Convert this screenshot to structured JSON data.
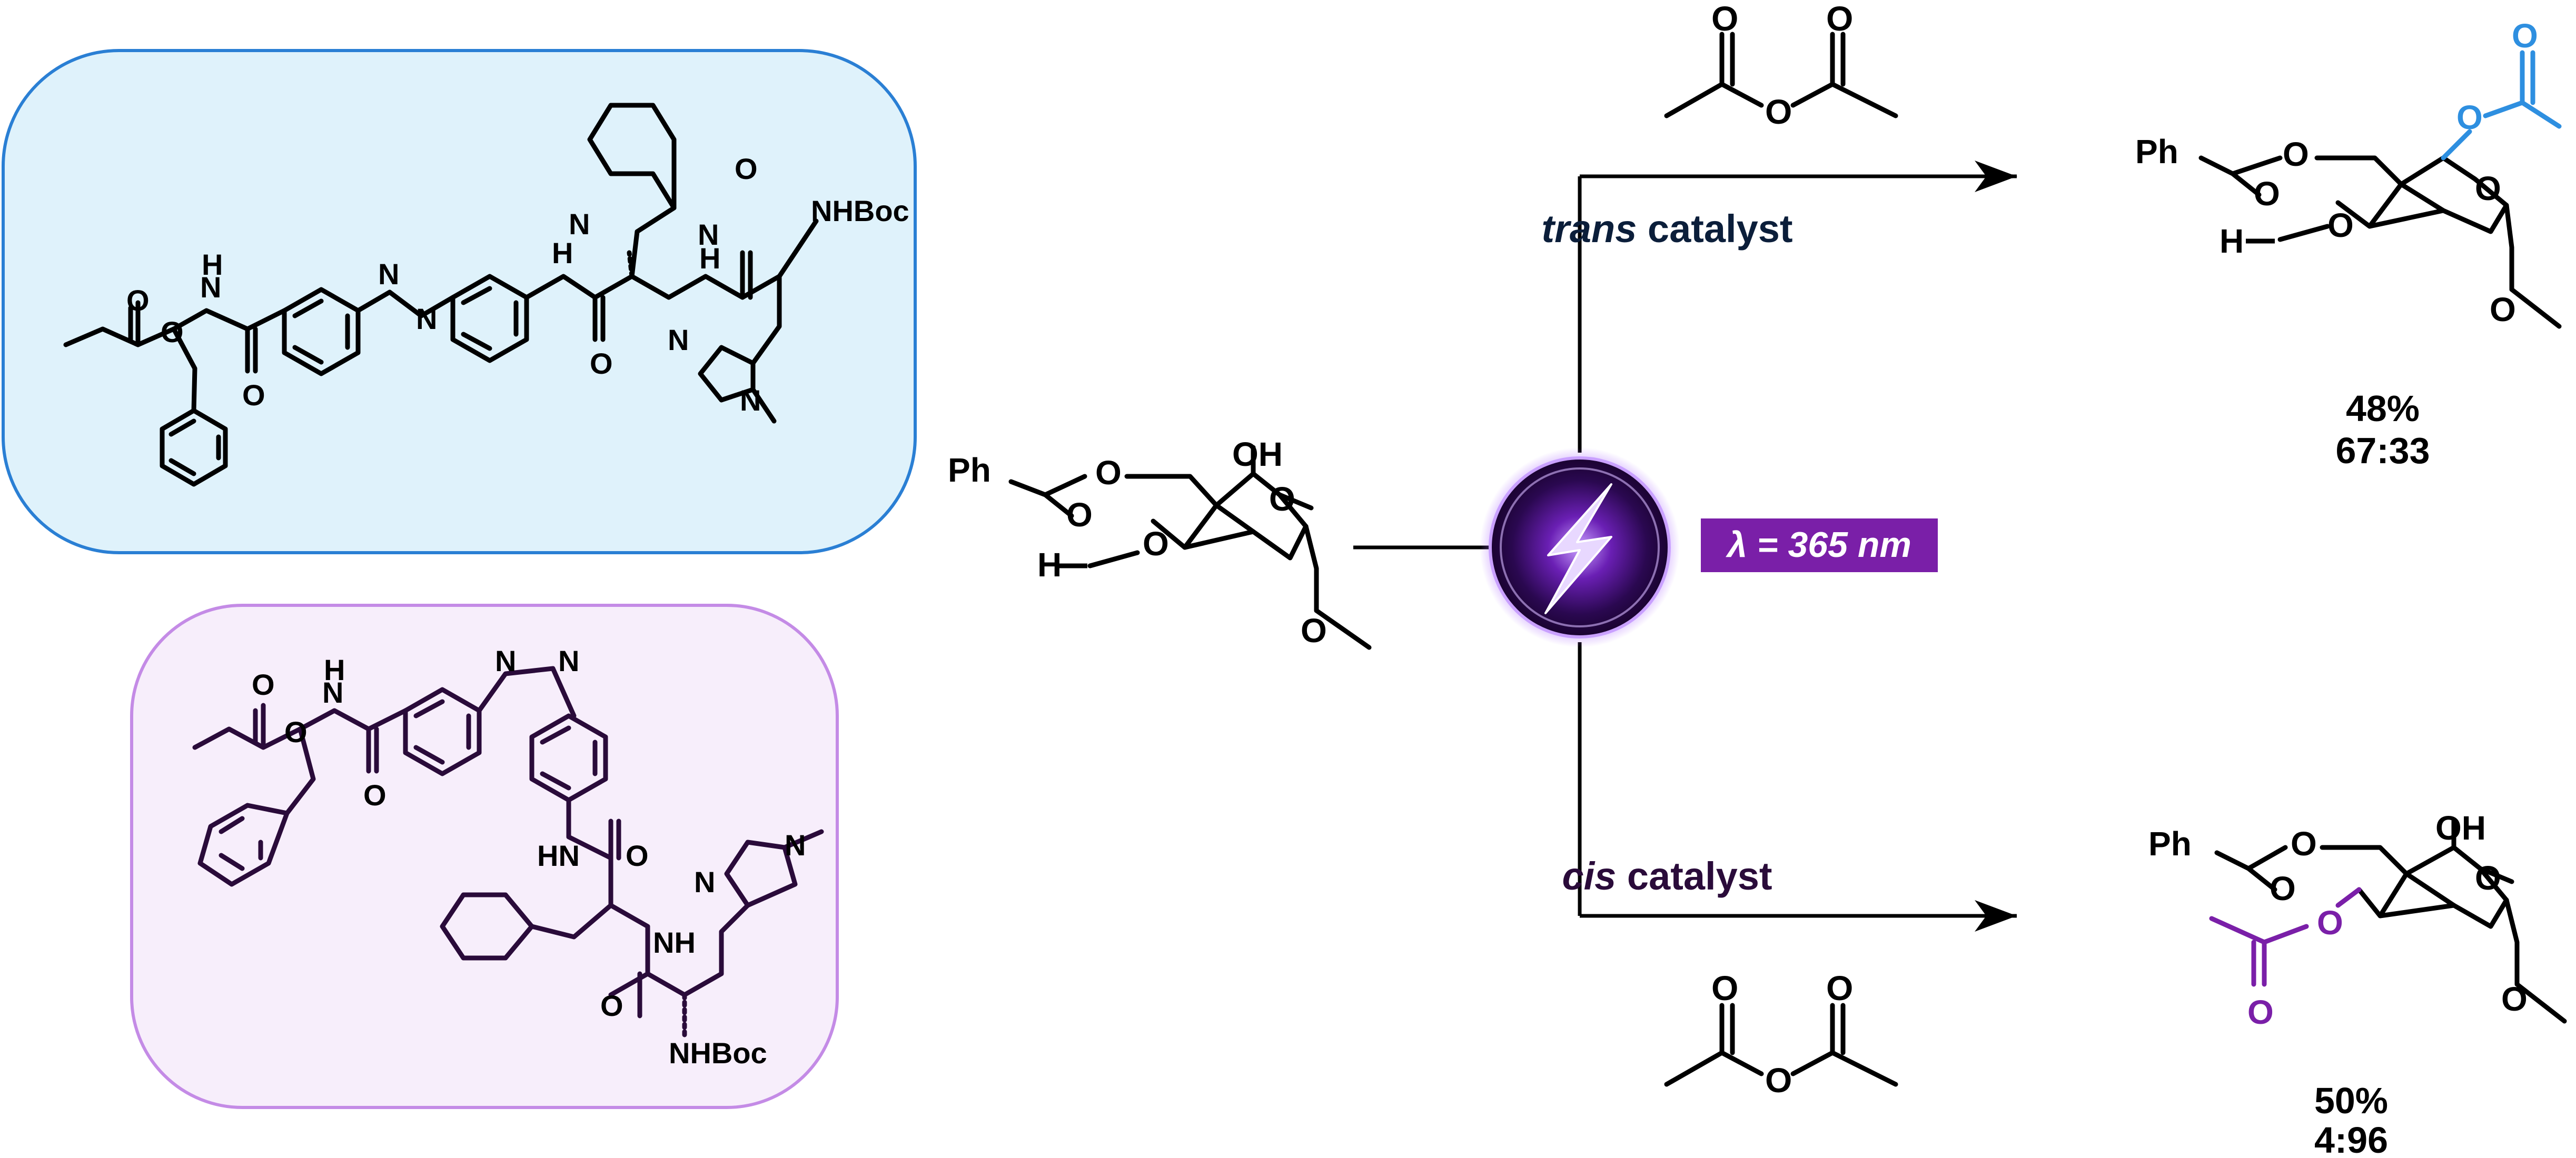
{
  "colors": {
    "trans_box_fill": "#dff2fb",
    "trans_box_stroke": "#2a7fd4",
    "cis_box_fill": "#f7eefb",
    "cis_box_stroke": "#c48be6",
    "trans_catalyst_ink": "#0b1e3a",
    "cis_catalyst_ink": "#2a0b3a",
    "acetyl_top": "#2e8fe0",
    "acetyl_bottom": "#7a1fa8",
    "wavelength_bg": "#7a1fa8",
    "photo_glow": "#6a1fb4"
  },
  "icons": {
    "photoswitch": "lightning-bolt-icon"
  },
  "trans_catalyst": {
    "labels": {
      "nh1": "H",
      "nh1b": "N",
      "o1": "O",
      "o2": "O",
      "o3": "O",
      "o4": "O",
      "o5": "O",
      "azo1": "N",
      "azo2": "N",
      "nhboc": "NHBoc",
      "n_im1": "N",
      "n_im2": "N",
      "nh2": "N",
      "nh2h": "H",
      "nh3": "N",
      "nh3h": "H"
    }
  },
  "cis_catalyst": {
    "labels": {
      "nh1": "H",
      "nh1b": "N",
      "o1": "O",
      "o2": "O",
      "o3": "O",
      "o4": "O",
      "o5": "O",
      "azo1": "N",
      "azo2": "N",
      "nhboc": "NHBoc",
      "hn": "HN",
      "nh": "NH",
      "n_im1": "N",
      "n_im2": "N"
    }
  },
  "substrate": {
    "ph": "Ph",
    "o1": "O",
    "o2": "O",
    "o3": "O",
    "o4": "O",
    "oh": "OH",
    "h": "H"
  },
  "reagent_top": {
    "o1": "O",
    "o2": "O",
    "o3": "O"
  },
  "reagent_bottom": {
    "o1": "O",
    "o2": "O",
    "o3": "O"
  },
  "conditions": {
    "trans_italic": "trans",
    "trans_rest": " catalyst",
    "cis_italic": "cis",
    "cis_rest": " catalyst",
    "wavelength": "λ = 365 nm"
  },
  "product_top": {
    "ph": "Ph",
    "o1": "O",
    "o2": "O",
    "o3": "O",
    "o4": "O",
    "h": "H",
    "ac_o": "O",
    "ac_o2": "O",
    "yield": "48%",
    "ratio": "67:33"
  },
  "product_bottom": {
    "ph": "Ph",
    "o1": "O",
    "o2": "O",
    "o3": "O",
    "oh": "OH",
    "ac_o": "O",
    "ac_o2": "O",
    "o_me": "O",
    "yield": "50%",
    "ratio": "4:96"
  }
}
